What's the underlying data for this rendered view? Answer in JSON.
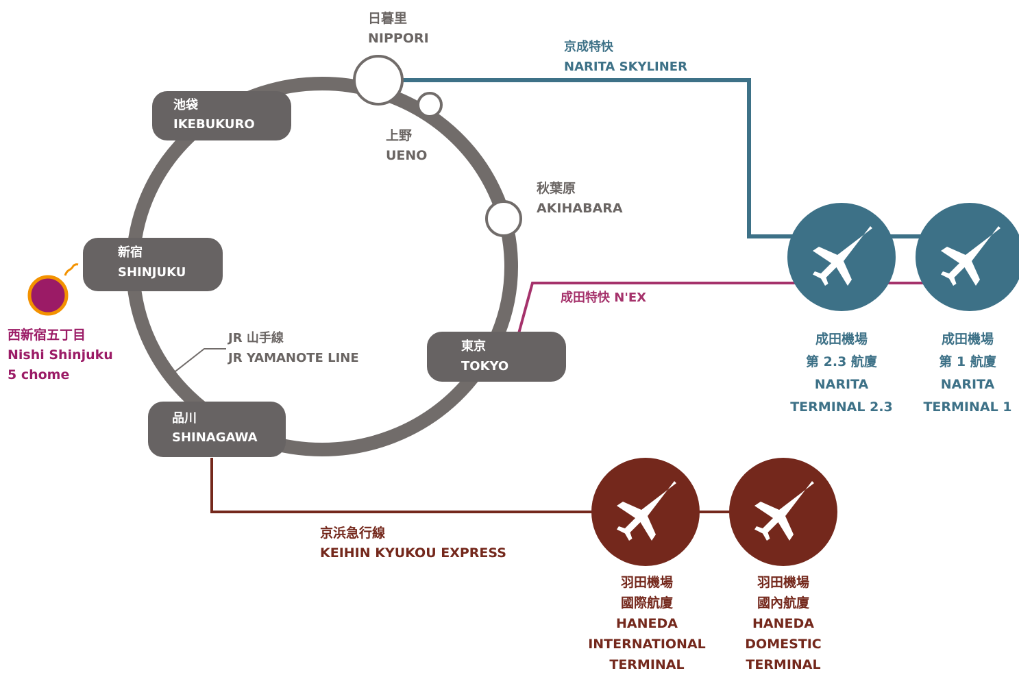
{
  "colors": {
    "loop": "#716c6a",
    "pill": "#676363",
    "station_text": "#6a6563",
    "skyliner": "#3d7187",
    "nex": "#a5326b",
    "keikyu": "#74281c",
    "marker_fill": "#9b1b66",
    "marker_ring": "#f39200"
  },
  "icons": {
    "airport": "airplane-icon",
    "location": "location-marker-icon"
  },
  "loop": {
    "line_jp": "JR 山手線",
    "line_en": "JR YAMANOTE LINE"
  },
  "stations": {
    "nippori": {
      "jp": "日暮里",
      "en": "NIPPORI"
    },
    "ueno": {
      "jp": "上野",
      "en": "UENO"
    },
    "akihabara": {
      "jp": "秋葉原",
      "en": "AKIHABARA"
    },
    "ikebukuro": {
      "jp": "池袋",
      "en": "IKEBUKURO"
    },
    "shinjuku": {
      "jp": "新宿",
      "en": "SHINJUKU"
    },
    "tokyo": {
      "jp": "東京",
      "en": "TOKYO"
    },
    "shinagawa": {
      "jp": "品川",
      "en": "SHINAGAWA"
    }
  },
  "location": {
    "jp": "西新宿五丁目",
    "en1": "Nishi Shinjuku",
    "en2": "5 chome"
  },
  "routes": {
    "skyliner": {
      "jp": "京成特快",
      "en": "NARITA SKYLINER"
    },
    "nex": {
      "label": "成田特快 N'EX"
    },
    "keikyu": {
      "jp": "京浜急行線",
      "en": "KEIHIN KYUKOU EXPRESS"
    }
  },
  "airports": {
    "narita_t23": {
      "l1": "成田機場",
      "l2": "第 2.3 航廈",
      "l3": "NARITA",
      "l4": "TERMINAL 2.3"
    },
    "narita_t1": {
      "l1": "成田機場",
      "l2": "第 1 航廈",
      "l3": "NARITA",
      "l4": "TERMINAL 1"
    },
    "haneda_intl": {
      "l1": "羽田機場",
      "l2": "國際航廈",
      "l3": "HANEDA",
      "l4": "INTERNATIONAL",
      "l5": "TERMINAL"
    },
    "haneda_dom": {
      "l1": "羽田機場",
      "l2": "國內航廈",
      "l3": "HANEDA",
      "l4": "DOMESTIC",
      "l5": "TERMINAL"
    }
  }
}
